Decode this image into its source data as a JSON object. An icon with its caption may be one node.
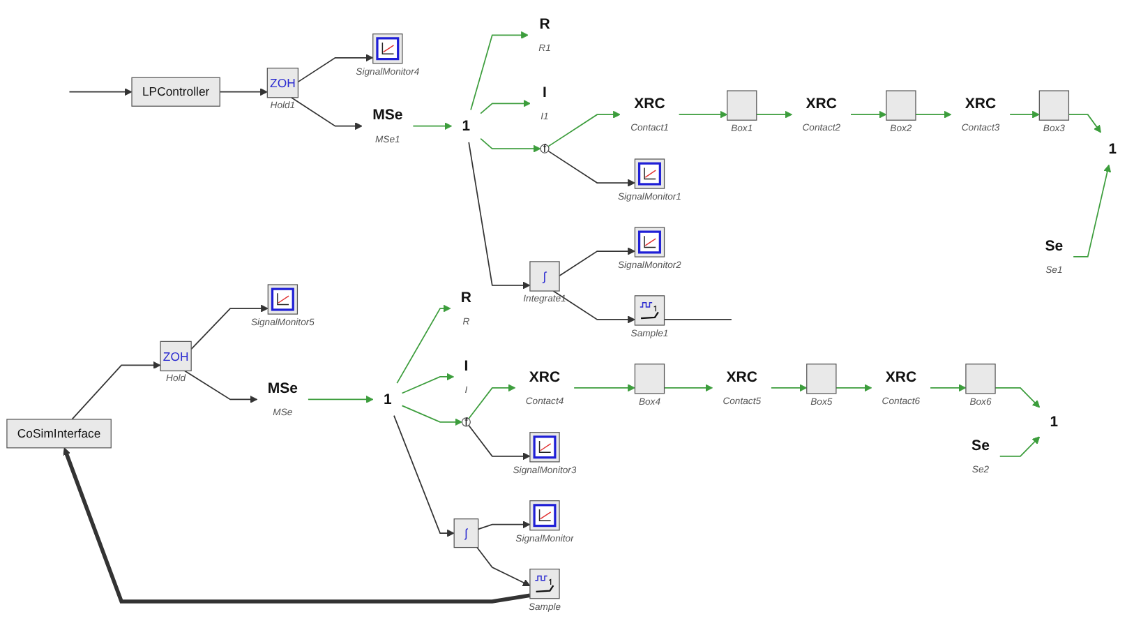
{
  "diagram": {
    "nodes": [
      {
        "text": [],
        "shape": "picture",
        "beside": [
          "SignalMonitor4"
        ]
      },
      {
        "text": [
          "R"
        ],
        "beside": [
          "R1"
        ]
      },
      {
        "text": [
          "I"
        ],
        "beside": [
          "I1"
        ]
      },
      {
        "text": [
          "LPController"
        ]
      },
      {
        "text": [
          "ZOH"
        ],
        "beside": [
          "Hold1"
        ]
      },
      {
        "text": [
          "MSe"
        ],
        "beside": [
          "MSe1"
        ]
      },
      {
        "text": [
          "1"
        ]
      },
      {
        "text": [
          "f"
        ]
      },
      {
        "text": [
          "XRC"
        ],
        "beside": [
          "Contact1"
        ]
      },
      {
        "text": [],
        "shape": "box",
        "beside": [
          "Box1"
        ]
      },
      {
        "text": [
          "XRC"
        ],
        "beside": [
          "Contact2"
        ]
      },
      {
        "text": [],
        "shape": "box",
        "beside": [
          "Box2"
        ]
      },
      {
        "text": [
          "XRC"
        ],
        "beside": [
          "Contact3"
        ]
      },
      {
        "text": [],
        "shape": "box",
        "beside": [
          "Box3"
        ]
      },
      {
        "text": [
          "1"
        ]
      },
      {
        "text": [
          "Se"
        ],
        "beside": [
          "Se1"
        ]
      },
      {
        "text": [
          "∫"
        ],
        "beside": [
          "Integrate1"
        ]
      },
      {
        "text": [],
        "shape": "picture",
        "beside": [
          "Sample1"
        ]
      },
      {
        "text": [],
        "shape": "picture",
        "beside": [
          "SignalMonitor1"
        ]
      },
      {
        "text": [],
        "shape": "picture",
        "beside": [
          "SignalMonitor2"
        ]
      },
      {
        "text": [],
        "shape": "picture",
        "beside": [
          "SignalMonitor5"
        ]
      },
      {
        "text": [
          "R"
        ],
        "beside": [
          "R"
        ]
      },
      {
        "text": [
          "I"
        ],
        "beside": [
          "I"
        ]
      },
      {
        "text": [
          "CoSimInterface"
        ]
      },
      {
        "text": [
          "ZOH"
        ],
        "beside": [
          "Hold"
        ]
      },
      {
        "text": [
          "MSe"
        ],
        "beside": [
          "MSe"
        ]
      },
      {
        "text": [
          "1"
        ]
      },
      {
        "text": [
          "f"
        ]
      },
      {
        "text": [
          "XRC"
        ],
        "beside": [
          "Contact4"
        ]
      },
      {
        "text": [],
        "shape": "box",
        "beside": [
          "Box4"
        ]
      },
      {
        "text": [
          "XRC"
        ],
        "beside": [
          "Contact5"
        ]
      },
      {
        "text": [],
        "shape": "box",
        "beside": [
          "Box5"
        ]
      },
      {
        "text": [
          "XRC"
        ],
        "beside": [
          "Contact6"
        ]
      },
      {
        "text": [],
        "shape": "box",
        "beside": [
          "Box6"
        ]
      },
      {
        "text": [
          "1"
        ]
      },
      {
        "text": [
          "Se"
        ],
        "beside": [
          "Se2"
        ]
      },
      {
        "text": [
          "∫"
        ]
      },
      {
        "text": [],
        "shape": "picture",
        "beside": [
          "Sample"
        ]
      },
      {
        "text": [],
        "shape": "picture",
        "beside": [
          "SignalMonitor3"
        ]
      },
      {
        "text": [],
        "shape": "picture",
        "beside": [
          "SignalMonitor"
        ]
      }
    ],
    "edges": [
      {
        "from": null,
        "to": 3,
        "arrow": "to",
        "color": "#333333"
      },
      {
        "from": 3,
        "to": 4,
        "arrow": "to",
        "color": "#333333"
      },
      {
        "from": 4,
        "to": 0,
        "arrow": "to",
        "color": "#333333"
      },
      {
        "from": 4,
        "to": 5,
        "arrow": "to",
        "color": "#333333"
      },
      {
        "from": 5,
        "to": 6,
        "arrow": "to"
      },
      {
        "from": 6,
        "to": 1,
        "arrow": "to"
      },
      {
        "from": 6,
        "to": 2,
        "arrow": "to"
      },
      {
        "from": 6,
        "to": 7,
        "arrow": "to"
      },
      {
        "from": 6,
        "to": 16,
        "arrow": "to",
        "color": "#333333"
      },
      {
        "from": 16,
        "to": 19,
        "arrow": "to",
        "color": "#333333"
      },
      {
        "from": 16,
        "to": 17,
        "arrow": "to",
        "color": "#333333"
      },
      {
        "from": 17,
        "to": null,
        "arrow": "none",
        "color": "#333333"
      },
      {
        "from": 7,
        "to": 8,
        "arrow": "to"
      },
      {
        "from": 7,
        "to": 18,
        "arrow": "to",
        "color": "#333333"
      },
      {
        "from": 8,
        "to": 9,
        "arrow": "to"
      },
      {
        "from": 9,
        "to": 10,
        "arrow": "to"
      },
      {
        "from": 10,
        "to": 11,
        "arrow": "to"
      },
      {
        "from": 11,
        "to": 12,
        "arrow": "to"
      },
      {
        "from": 12,
        "to": 13,
        "arrow": "to"
      },
      {
        "from": 13,
        "to": 14,
        "arrow": "to"
      },
      {
        "from": 15,
        "to": 14,
        "arrow": "to"
      },
      {
        "from": 23,
        "to": 24,
        "arrow": "to",
        "color": "#333333"
      },
      {
        "from": 24,
        "to": 20,
        "arrow": "to",
        "color": "#333333"
      },
      {
        "from": 24,
        "to": 25,
        "arrow": "to",
        "color": "#333333"
      },
      {
        "from": 25,
        "to": 26,
        "arrow": "to"
      },
      {
        "from": 26,
        "to": 21,
        "arrow": "to"
      },
      {
        "from": 26,
        "to": 22,
        "arrow": "to"
      },
      {
        "from": 26,
        "to": 27,
        "arrow": "to"
      },
      {
        "from": 26,
        "to": 36,
        "arrow": "to",
        "color": "#333333"
      },
      {
        "from": 36,
        "to": 39,
        "arrow": "to",
        "color": "#333333"
      },
      {
        "from": 36,
        "to": 37,
        "arrow": "to",
        "color": "#333333"
      },
      {
        "from": 37,
        "to": 23,
        "arrow": "to",
        "style": "thick",
        "color": "#333333"
      },
      {
        "from": 27,
        "to": 28,
        "arrow": "to"
      },
      {
        "from": 27,
        "to": 38,
        "arrow": "to",
        "color": "#333333"
      },
      {
        "from": 28,
        "to": 29,
        "arrow": "to"
      },
      {
        "from": 29,
        "to": 30,
        "arrow": "to"
      },
      {
        "from": 30,
        "to": 31,
        "arrow": "to"
      },
      {
        "from": 31,
        "to": 32,
        "arrow": "to"
      },
      {
        "from": 32,
        "to": 33,
        "arrow": "to"
      },
      {
        "from": 33,
        "to": 34,
        "arrow": "to"
      },
      {
        "from": 35,
        "to": 34,
        "arrow": "to"
      }
    ]
  }
}
